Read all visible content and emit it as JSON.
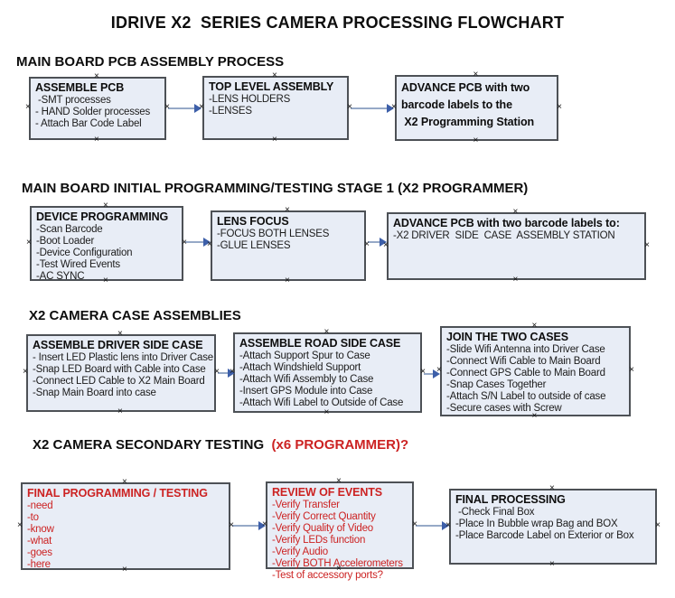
{
  "title": "IDRIVE X2  SERIES CAMERA PROCESSING FLOWCHART",
  "icons": {
    "connection_marker": "×"
  },
  "colors": {
    "accent_red": "#cc2222",
    "box_fill": "#e8edf6",
    "box_border": "#4d5156",
    "arrow_line": "#96a9c7",
    "arrow_head": "#3d5fa9",
    "text": "#111111"
  },
  "sections": [
    {
      "heading": "MAIN BOARD PCB ASSEMBLY PROCESS",
      "boxes": [
        {
          "title": "ASSEMBLE PCB",
          "items": [
            " -SMT processes",
            "- HAND Solder processes",
            "- Attach Bar Code Label"
          ]
        },
        {
          "title": "TOP LEVEL ASSEMBLY",
          "items": [
            "-LENS HOLDERS",
            "-LENSES"
          ]
        },
        {
          "title": "ADVANCE PCB with two\nbarcode labels to the\n X2 Programming Station",
          "items": []
        }
      ]
    },
    {
      "heading": "MAIN BOARD INITIAL PROGRAMMING/TESTING STAGE 1 (X2 PROGRAMMER)",
      "boxes": [
        {
          "title": "DEVICE PROGRAMMING",
          "items": [
            "-Scan Barcode",
            "-Boot Loader",
            "-Device Configuration",
            "-Test Wired Events",
            "-AC SYNC"
          ]
        },
        {
          "title": "LENS FOCUS",
          "items": [
            "-FOCUS BOTH LENSES",
            "-GLUE LENSES"
          ]
        },
        {
          "title": "ADVANCE PCB with two barcode labels to:",
          "items": [
            "-X2 DRIVER  SIDE  CASE  ASSEMBLY STATION"
          ]
        }
      ]
    },
    {
      "heading": "X2 CAMERA CASE ASSEMBLIES",
      "boxes": [
        {
          "title": "ASSEMBLE DRIVER SIDE CASE",
          "items": [
            "- Insert LED Plastic lens into Driver Case",
            "-Snap LED Board with Cable into Case",
            "-Connect LED Cable to X2 Main Board",
            "-Snap Main Board into case"
          ]
        },
        {
          "title": "ASSEMBLE ROAD SIDE CASE",
          "items": [
            "-Attach Support Spur to Case",
            "-Attach Windshield Support",
            "-Attach Wifi Assembly to Case",
            "-Insert GPS Module into Case",
            "-Attach Wifi Label to Outside of Case"
          ]
        },
        {
          "title": "JOIN THE TWO CASES",
          "items": [
            "-Slide Wifi Antenna into Driver Case",
            "-Connect Wifi Cable to Main Board",
            "-Connect GPS Cable to Main Board",
            "-Snap Cases Together",
            "-Attach S/N Label to outside of case",
            "-Secure cases with Screw"
          ]
        }
      ]
    },
    {
      "heading_black": "X2 CAMERA SECONDARY TESTING ",
      "heading_red": " (x6 PROGRAMMER)?",
      "boxes": [
        {
          "title": "FINAL PROGRAMMING / TESTING",
          "items": [
            "-need",
            "-to",
            "-know",
            "-what",
            "-goes",
            "-here"
          ]
        },
        {
          "title": "REVIEW OF EVENTS",
          "items": [
            "-Verify Transfer",
            "-Verify Correct Quantity",
            "-Verify Quality of Video",
            "-Verify LEDs function",
            "-Verify Audio",
            "-Verify BOTH Accelerometers",
            "-Test of accessory ports?"
          ]
        },
        {
          "title": "FINAL PROCESSING",
          "items": [
            " -Check Final Box",
            "-Place In Bubble wrap Bag and BOX",
            "-Place Barcode Label on Exterior or Box"
          ]
        }
      ]
    }
  ]
}
